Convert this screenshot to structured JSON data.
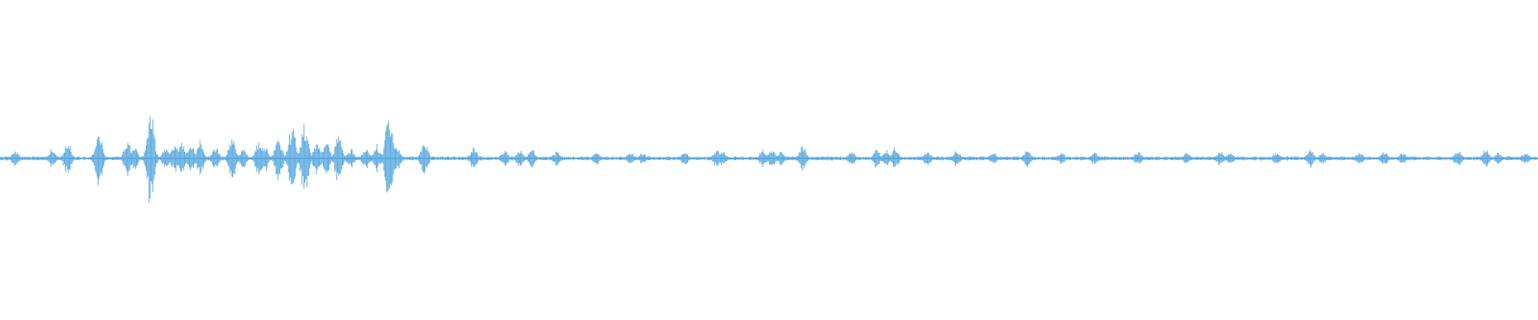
{
  "waveform": {
    "color": "#5aa9e0",
    "background": "#ffffff",
    "baseline_amplitude": 0.012,
    "peaks": [
      {
        "t": 0.01,
        "a": 0.06
      },
      {
        "t": 0.034,
        "a": 0.08
      },
      {
        "t": 0.044,
        "a": 0.14
      },
      {
        "t": 0.064,
        "a": 0.26
      },
      {
        "t": 0.083,
        "a": 0.14
      },
      {
        "t": 0.087,
        "a": 0.1
      },
      {
        "t": 0.098,
        "a": 0.38
      },
      {
        "t": 0.108,
        "a": 0.1
      },
      {
        "t": 0.114,
        "a": 0.12
      },
      {
        "t": 0.118,
        "a": 0.16
      },
      {
        "t": 0.124,
        "a": 0.12
      },
      {
        "t": 0.13,
        "a": 0.14
      },
      {
        "t": 0.14,
        "a": 0.1
      },
      {
        "t": 0.151,
        "a": 0.18
      },
      {
        "t": 0.158,
        "a": 0.08
      },
      {
        "t": 0.168,
        "a": 0.14
      },
      {
        "t": 0.172,
        "a": 0.12
      },
      {
        "t": 0.181,
        "a": 0.18
      },
      {
        "t": 0.19,
        "a": 0.28
      },
      {
        "t": 0.198,
        "a": 0.32
      },
      {
        "t": 0.206,
        "a": 0.14
      },
      {
        "t": 0.212,
        "a": 0.16
      },
      {
        "t": 0.22,
        "a": 0.2
      },
      {
        "t": 0.228,
        "a": 0.08
      },
      {
        "t": 0.238,
        "a": 0.1
      },
      {
        "t": 0.245,
        "a": 0.12
      },
      {
        "t": 0.253,
        "a": 0.42
      },
      {
        "t": 0.258,
        "a": 0.12
      },
      {
        "t": 0.276,
        "a": 0.14
      },
      {
        "t": 0.308,
        "a": 0.1
      },
      {
        "t": 0.328,
        "a": 0.07
      },
      {
        "t": 0.338,
        "a": 0.07
      },
      {
        "t": 0.346,
        "a": 0.08
      },
      {
        "t": 0.362,
        "a": 0.06
      },
      {
        "t": 0.388,
        "a": 0.06
      },
      {
        "t": 0.41,
        "a": 0.05
      },
      {
        "t": 0.418,
        "a": 0.05
      },
      {
        "t": 0.445,
        "a": 0.06
      },
      {
        "t": 0.466,
        "a": 0.07
      },
      {
        "t": 0.47,
        "a": 0.06
      },
      {
        "t": 0.496,
        "a": 0.07
      },
      {
        "t": 0.502,
        "a": 0.08
      },
      {
        "t": 0.508,
        "a": 0.06
      },
      {
        "t": 0.522,
        "a": 0.1
      },
      {
        "t": 0.554,
        "a": 0.06
      },
      {
        "t": 0.57,
        "a": 0.08
      },
      {
        "t": 0.576,
        "a": 0.07
      },
      {
        "t": 0.582,
        "a": 0.09
      },
      {
        "t": 0.603,
        "a": 0.06
      },
      {
        "t": 0.622,
        "a": 0.07
      },
      {
        "t": 0.646,
        "a": 0.05
      },
      {
        "t": 0.668,
        "a": 0.07
      },
      {
        "t": 0.69,
        "a": 0.05
      },
      {
        "t": 0.712,
        "a": 0.06
      },
      {
        "t": 0.74,
        "a": 0.06
      },
      {
        "t": 0.772,
        "a": 0.05
      },
      {
        "t": 0.793,
        "a": 0.06
      },
      {
        "t": 0.8,
        "a": 0.05
      },
      {
        "t": 0.83,
        "a": 0.06
      },
      {
        "t": 0.852,
        "a": 0.08
      },
      {
        "t": 0.86,
        "a": 0.05
      },
      {
        "t": 0.884,
        "a": 0.05
      },
      {
        "t": 0.9,
        "a": 0.06
      },
      {
        "t": 0.912,
        "a": 0.05
      },
      {
        "t": 0.948,
        "a": 0.07
      },
      {
        "t": 0.966,
        "a": 0.08
      },
      {
        "t": 0.974,
        "a": 0.05
      },
      {
        "t": 0.992,
        "a": 0.05
      }
    ]
  }
}
